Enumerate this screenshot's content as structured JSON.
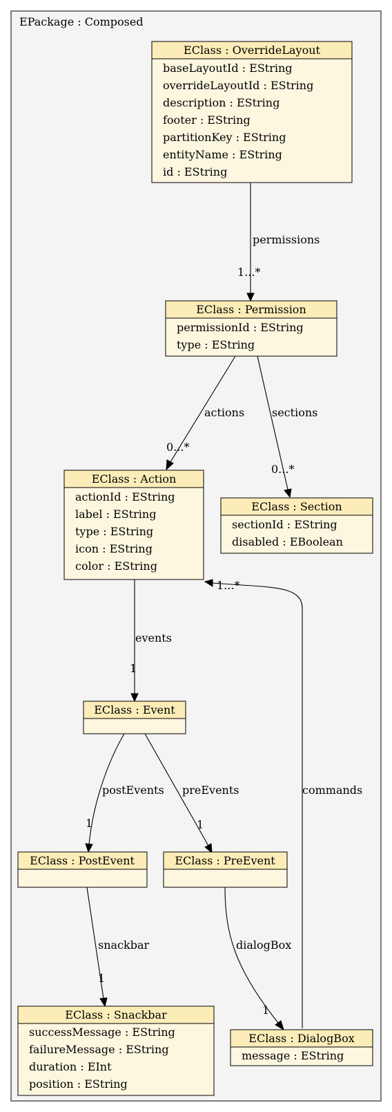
{
  "package": {
    "title": "EPackage : Composed"
  },
  "classes": {
    "overrideLayout": {
      "title": "EClass : OverrideLayout",
      "attributes": [
        "baseLayoutId : EString",
        "overrideLayoutId : EString",
        "description : EString",
        "footer : EString",
        "partitionKey : EString",
        "entityName : EString",
        "id : EString"
      ]
    },
    "permission": {
      "title": "EClass : Permission",
      "attributes": [
        "permissionId : EString",
        "type : EString"
      ]
    },
    "action": {
      "title": "EClass : Action",
      "attributes": [
        "actionId : EString",
        "label : EString",
        "type : EString",
        "icon : EString",
        "color : EString"
      ]
    },
    "section": {
      "title": "EClass : Section",
      "attributes": [
        "sectionId : EString",
        "disabled : EBoolean"
      ]
    },
    "event": {
      "title": "EClass : Event",
      "attributes": []
    },
    "postEvent": {
      "title": "EClass : PostEvent",
      "attributes": []
    },
    "preEvent": {
      "title": "EClass : PreEvent",
      "attributes": []
    },
    "snackbar": {
      "title": "EClass : Snackbar",
      "attributes": [
        "successMessage : EString",
        "failureMessage : EString",
        "duration : EInt",
        "position : EString"
      ]
    },
    "dialogBox": {
      "title": "EClass : DialogBox",
      "attributes": [
        "message : EString"
      ]
    }
  },
  "references": {
    "permissions": {
      "name": "permissions",
      "multiplicity": "1...*"
    },
    "actions": {
      "name": "actions",
      "multiplicity": "0...*"
    },
    "sections": {
      "name": "sections",
      "multiplicity": "0...*"
    },
    "events": {
      "name": "events",
      "multiplicity": "1"
    },
    "postEvents": {
      "name": "postEvents",
      "multiplicity": "1"
    },
    "preEvents": {
      "name": "preEvents",
      "multiplicity": "1"
    },
    "snackbar": {
      "name": "snackbar",
      "multiplicity": "1"
    },
    "dialogBox": {
      "name": "dialogBox",
      "multiplicity": "1"
    },
    "commands": {
      "name": "commands",
      "multiplicity": "1...*"
    }
  }
}
